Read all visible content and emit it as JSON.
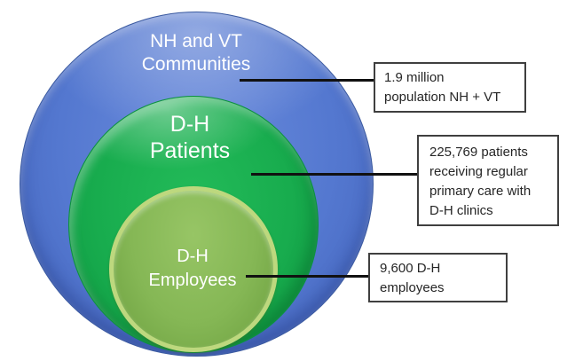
{
  "diagram": {
    "type": "nested-circles",
    "circles": [
      {
        "name": "communities",
        "lines": [
          "NH and VT",
          "Communities"
        ],
        "fill": "#5478D0",
        "text_color": "#FFFFFF"
      },
      {
        "name": "patients",
        "lines": [
          "D-H",
          "Patients"
        ],
        "fill": "#18AC4E",
        "text_color": "#FFFFFF"
      },
      {
        "name": "employees",
        "lines": [
          "D-H",
          "Employees"
        ],
        "fill": "#85B755",
        "ring_color": "#BDD87E",
        "text_color": "#FFFFFF"
      }
    ],
    "callouts": [
      {
        "target": "communities",
        "lines": [
          "1.9 million",
          "population NH + VT"
        ]
      },
      {
        "target": "patients",
        "lines": [
          "225,769 patients",
          "receiving regular",
          "primary care with",
          "D-H clinics"
        ]
      },
      {
        "target": "employees",
        "lines": [
          "9,600 D-H",
          "employees"
        ]
      }
    ],
    "colors": {
      "connector": "#111111",
      "box_border": "#3F3F3F",
      "box_background": "#FFFFFF",
      "box_text": "#262626",
      "background": "#FFFFFF"
    }
  }
}
